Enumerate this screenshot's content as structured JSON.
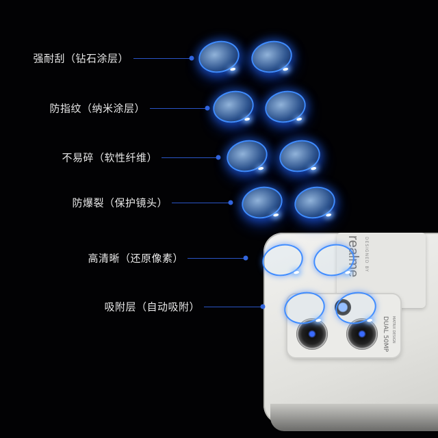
{
  "features": [
    {
      "label": "强耐刮（钻石涂层）"
    },
    {
      "label": "防指纹（纳米涂层）"
    },
    {
      "label": "不易碎（软性纤维）"
    },
    {
      "label": "防爆裂（保护镜头）"
    },
    {
      "label": "高清晰（还原像素）"
    },
    {
      "label": "吸附层（自动吸附）"
    }
  ],
  "phone": {
    "brand": "realme",
    "designed_by": "DESIGNED BY",
    "camera_text": "DUAL 50MP",
    "camera_subtext": "MATRIX DESIGN"
  },
  "colors": {
    "accent": "#3366dd",
    "background": "#020204",
    "text": "#e8e8e8"
  }
}
